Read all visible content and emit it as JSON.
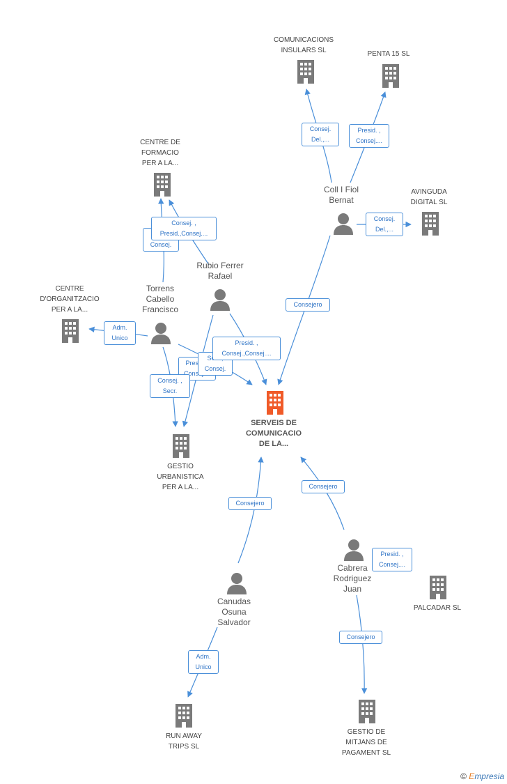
{
  "colors": {
    "edge": "#4a8fd9",
    "node": "#7a7a7a",
    "main_node": "#f05a28"
  },
  "nodes": {
    "comunicacions": {
      "label": "COMUNICACIONS\nINSULARS SL",
      "type": "company"
    },
    "penta15": {
      "label": "PENTA 15 SL",
      "type": "company"
    },
    "centre_formacio": {
      "label": "CENTRE DE\nFORMACIO\nPER A LA...",
      "type": "company"
    },
    "coll_fiol": {
      "label": "Coll I Fiol\nBernat",
      "type": "person"
    },
    "avinguda": {
      "label": "AVINGUDA\nDIGITAL SL",
      "type": "company"
    },
    "rubio": {
      "label": "Rubio Ferrer\nRafael",
      "type": "person"
    },
    "centre_organitzacio": {
      "label": "CENTRE\nD'ORGANITZACIO\nPER A LA...",
      "type": "company"
    },
    "torrens": {
      "label": "Torrens\nCabello\nFrancisco",
      "type": "person"
    },
    "serveis": {
      "label": "SERVEIS DE\nCOMUNICACIO\nDE LA...",
      "type": "main"
    },
    "gestio_urb": {
      "label": "GESTIO\nURBANISTICA\nPER A LA...",
      "type": "company"
    },
    "cabrera": {
      "label": "Cabrera\nRodriguez\nJuan",
      "type": "person"
    },
    "palcadar": {
      "label": "PALCADAR SL",
      "type": "company"
    },
    "canudas": {
      "label": "Canudas\nOsuna\nSalvador",
      "type": "person"
    },
    "run_away": {
      "label": "RUN AWAY\nTRIPS SL",
      "type": "company"
    },
    "gestio_mitjans": {
      "label": "GESTIO DE\nMITJANS DE\nPAGAMENT SL",
      "type": "company"
    }
  },
  "edge_labels": {
    "coll_comunicacions": "Consej.\nDel.,...",
    "coll_penta": "Presid. ,\nConsej....",
    "coll_avinguda": "Consej.\nDel.,...",
    "coll_serveis": "Consejero",
    "rubio_centre": "Consej. ,\nPresid.,Consej....",
    "torrens_centre": "Secr.,\nConsej.",
    "torrens_organitzacio": "Adm.\nUnico",
    "rubio_serveis": "Presid. ,\nConsej.,Consej....",
    "torrens_serveis": "Secr.,\nConsej.",
    "rubio_gestio": "Presid. ,\nConsej....",
    "torrens_gestio": "Consej. ,\nSecr.",
    "canudas_serveis": "Consejero",
    "cabrera_serveis": "Consejero",
    "cabrera_palcadar": "Presid. ,\nConsej....",
    "cabrera_gestio": "Consejero",
    "canudas_run": "Adm.\nUnico"
  },
  "footer": {
    "copyright": "©",
    "brand_first": "E",
    "brand_rest": "mpresia"
  }
}
